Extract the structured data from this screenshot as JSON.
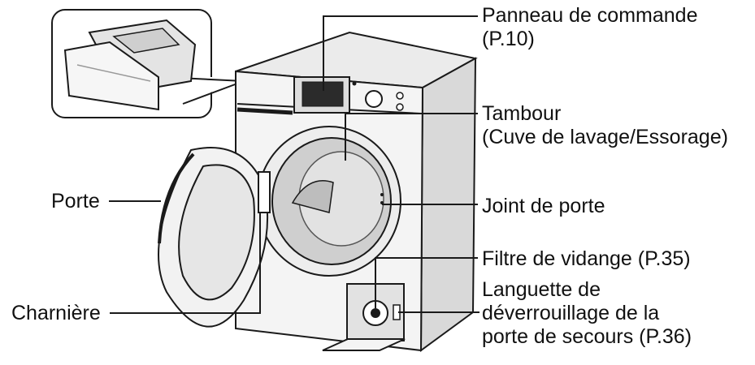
{
  "labels": {
    "control_panel": {
      "line1": "Panneau de commande",
      "line2": "(P.10)"
    },
    "drum": {
      "line1": "Tambour",
      "line2": "(Cuve de lavage/Essorage)"
    },
    "door_seal": {
      "line1": "Joint de porte"
    },
    "drain_filter": {
      "line1": "Filtre de vidange (P.35)"
    },
    "emergency_tab": {
      "line1": "Languette de",
      "line2": "déverrouillage de la",
      "line3": "porte de secours (P.36)"
    },
    "door": {
      "line1": "Porte"
    },
    "hinge": {
      "line1": "Charnière"
    }
  },
  "colors": {
    "outline": "#1a1a1a",
    "machine_face": "#f4f4f4",
    "machine_side": "#d9d9d9",
    "machine_top": "#ebebeb",
    "drum_inner": "#cfcfcf",
    "screen": "#2b2b2b"
  }
}
